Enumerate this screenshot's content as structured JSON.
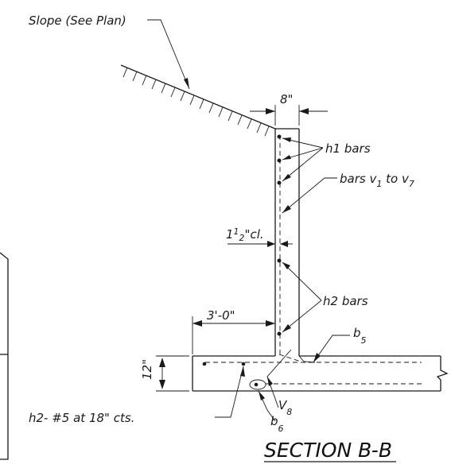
{
  "section": {
    "title": "SECTION B-B"
  },
  "labels": {
    "slope": "Slope (See Plan)",
    "wall_thickness": "8\"",
    "h1_bars": "h1 bars",
    "v_bars_prefix": "bars v",
    "v_bars_sub_1": "1",
    "v_bars_to": " to v",
    "v_bars_sub_7": "7",
    "clear_cover_a": "1",
    "clear_cover_b": "1",
    "clear_cover_c": "2",
    "clear_cover_d": "\"cl.",
    "h2_bars": "h2 bars",
    "footing_width": "3'-0\"",
    "bar_b5_letter": "b",
    "bar_b5_sub": "5",
    "footing_depth": "12\"",
    "bar_v8_letter": "V",
    "bar_v8_sub": "8",
    "bar_b6_letter": "b",
    "bar_b6_sub": "6",
    "h2_spacing": "h2- #5 at 18\" cts."
  }
}
